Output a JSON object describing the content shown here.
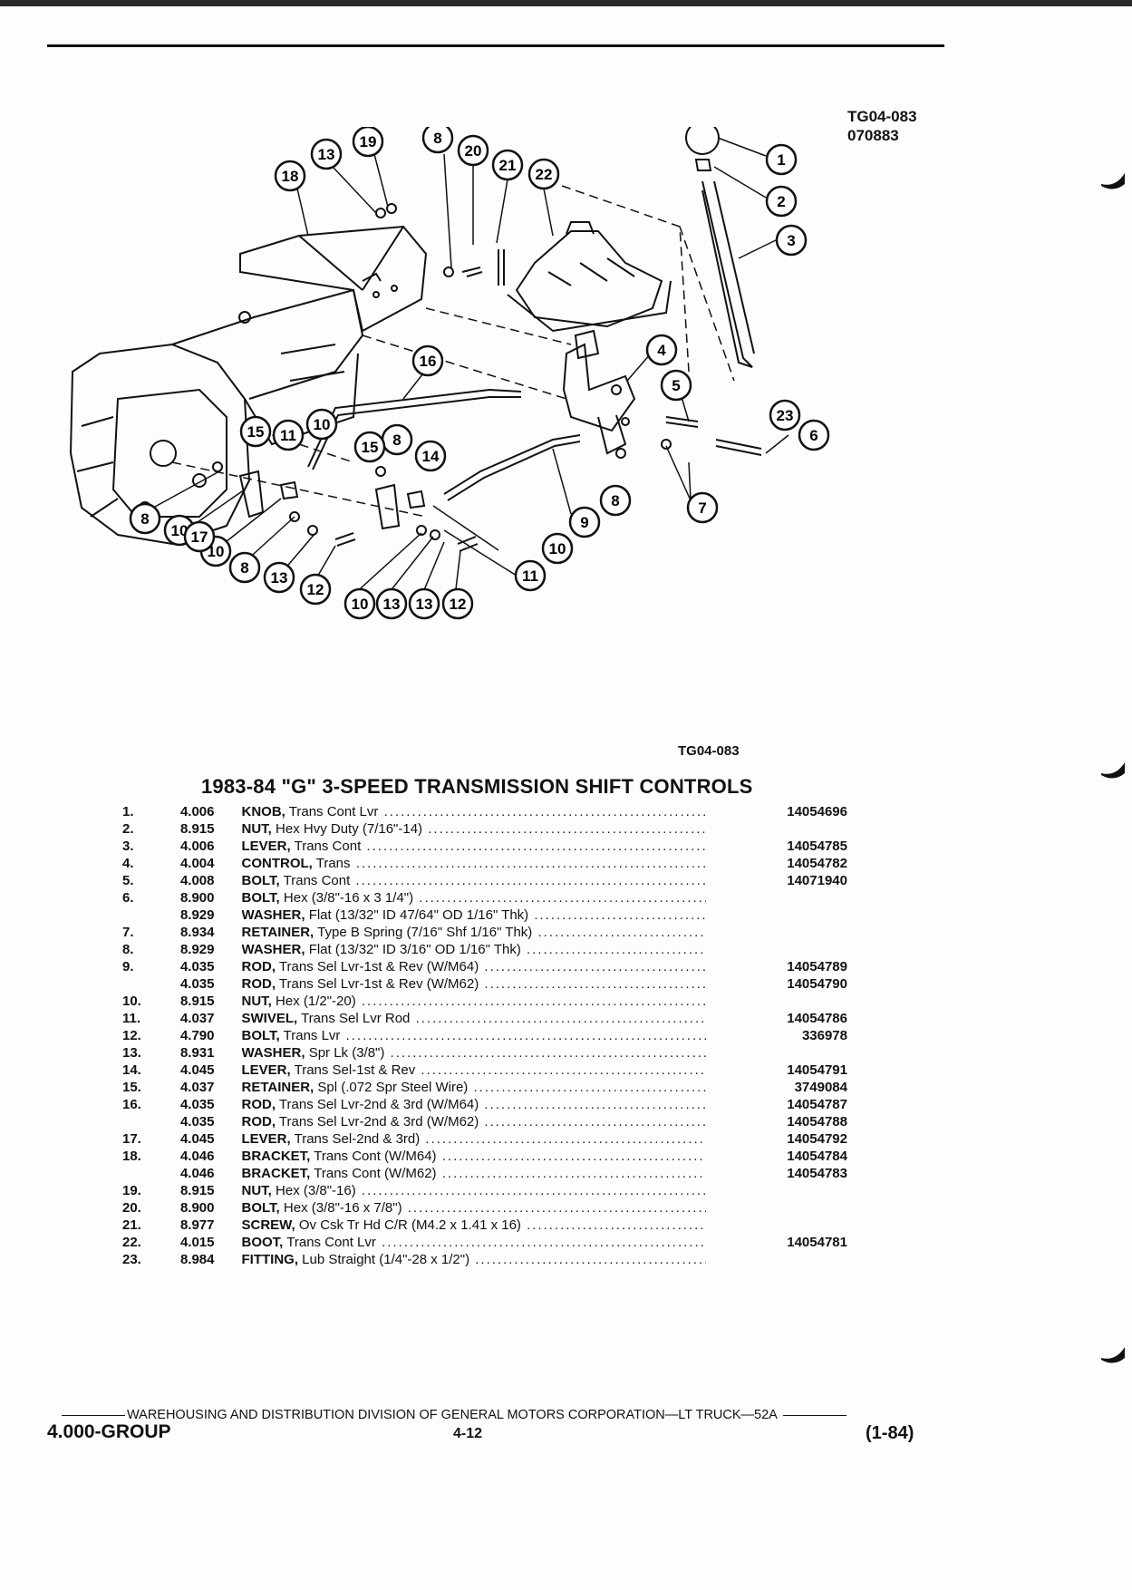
{
  "figure": {
    "code_top": "TG04-083",
    "date_top": "070883",
    "code_bottom": "TG04-083",
    "callouts": [
      "1",
      "2",
      "3",
      "4",
      "5",
      "6",
      "7",
      "8",
      "8",
      "8",
      "8",
      "8",
      "9",
      "10",
      "10",
      "10",
      "10",
      "10",
      "11",
      "11",
      "11",
      "12",
      "12",
      "13",
      "13",
      "13",
      "13",
      "14",
      "15",
      "15",
      "16",
      "17",
      "18",
      "19",
      "20",
      "21",
      "22",
      "23"
    ]
  },
  "title": "1983-84 \"G\" 3-SPEED TRANSMISSION SHIFT CONTROLS",
  "parts": [
    {
      "item": "1.",
      "group": "4.006",
      "name": "KNOB,",
      "desc": "Trans Cont Lvr",
      "part": "14054696"
    },
    {
      "item": "2.",
      "group": "8.915",
      "name": "NUT,",
      "desc": "Hex Hvy Duty (7/16\"-14)",
      "part": ""
    },
    {
      "item": "3.",
      "group": "4.006",
      "name": "LEVER,",
      "desc": "Trans Cont",
      "part": "14054785"
    },
    {
      "item": "4.",
      "group": "4.004",
      "name": "CONTROL,",
      "desc": "Trans",
      "part": "14054782"
    },
    {
      "item": "5.",
      "group": "4.008",
      "name": "BOLT,",
      "desc": "Trans Cont",
      "part": "14071940"
    },
    {
      "item": "6.",
      "group": "8.900",
      "name": "BOLT,",
      "desc": "Hex (3/8\"-16 x 3 1/4\")",
      "part": ""
    },
    {
      "item": "",
      "group": "8.929",
      "name": "WASHER,",
      "desc": "Flat (13/32\" ID 47/64\" OD 1/16\" Thk)",
      "part": ""
    },
    {
      "item": "7.",
      "group": "8.934",
      "name": "RETAINER,",
      "desc": "Type B Spring (7/16\" Shf 1/16\" Thk)",
      "part": ""
    },
    {
      "item": "8.",
      "group": "8.929",
      "name": "WASHER,",
      "desc": "Flat (13/32\" ID 3/16\" OD 1/16\" Thk)",
      "part": ""
    },
    {
      "item": "9.",
      "group": "4.035",
      "name": "ROD,",
      "desc": "Trans Sel Lvr-1st & Rev (W/M64)",
      "part": "14054789"
    },
    {
      "item": "",
      "group": "4.035",
      "name": "ROD,",
      "desc": "Trans Sel Lvr-1st & Rev (W/M62)",
      "part": "14054790"
    },
    {
      "item": "10.",
      "group": "8.915",
      "name": "NUT,",
      "desc": "Hex (1/2\"-20)",
      "part": ""
    },
    {
      "item": "11.",
      "group": "4.037",
      "name": "SWIVEL,",
      "desc": "Trans Sel Lvr Rod",
      "part": "14054786"
    },
    {
      "item": "12.",
      "group": "4.790",
      "name": "BOLT,",
      "desc": "Trans Lvr",
      "part": "336978"
    },
    {
      "item": "13.",
      "group": "8.931",
      "name": "WASHER,",
      "desc": "Spr Lk (3/8\")",
      "part": ""
    },
    {
      "item": "14.",
      "group": "4.045",
      "name": "LEVER,",
      "desc": "Trans Sel-1st & Rev",
      "part": "14054791"
    },
    {
      "item": "15.",
      "group": "4.037",
      "name": "RETAINER,",
      "desc": "Spl (.072 Spr Steel Wire)",
      "part": "3749084"
    },
    {
      "item": "16.",
      "group": "4.035",
      "name": "ROD,",
      "desc": "Trans Sel Lvr-2nd & 3rd (W/M64)",
      "part": "14054787"
    },
    {
      "item": "",
      "group": "4.035",
      "name": "ROD,",
      "desc": "Trans Sel Lvr-2nd & 3rd (W/M62)",
      "part": "14054788"
    },
    {
      "item": "17.",
      "group": "4.045",
      "name": "LEVER,",
      "desc": "Trans Sel-2nd & 3rd)",
      "part": "14054792"
    },
    {
      "item": "18.",
      "group": "4.046",
      "name": "BRACKET,",
      "desc": "Trans Cont (W/M64)",
      "part": "14054784"
    },
    {
      "item": "",
      "group": "4.046",
      "name": "BRACKET,",
      "desc": "Trans Cont (W/M62)",
      "part": "14054783"
    },
    {
      "item": "19.",
      "group": "8.915",
      "name": "NUT,",
      "desc": "Hex (3/8\"-16)",
      "part": ""
    },
    {
      "item": "20.",
      "group": "8.900",
      "name": "BOLT,",
      "desc": "Hex (3/8\"-16 x 7/8\")",
      "part": ""
    },
    {
      "item": "21.",
      "group": "8.977",
      "name": "SCREW,",
      "desc": "Ov Csk Tr Hd C/R (M4.2 x 1.41 x 16)",
      "part": ""
    },
    {
      "item": "22.",
      "group": "4.015",
      "name": "BOOT,",
      "desc": "Trans Cont Lvr",
      "part": "14054781"
    },
    {
      "item": "23.",
      "group": "8.984",
      "name": "FITTING,",
      "desc": "Lub Straight (1/4\"-28 x 1/2\")",
      "part": ""
    }
  ],
  "footer": {
    "division": "WAREHOUSING AND DISTRIBUTION  DIVISION OF GENERAL MOTORS CORPORATION—LT TRUCK—52A",
    "group": "4.000-GROUP",
    "page": "4-12",
    "revision": "(1-84)"
  }
}
